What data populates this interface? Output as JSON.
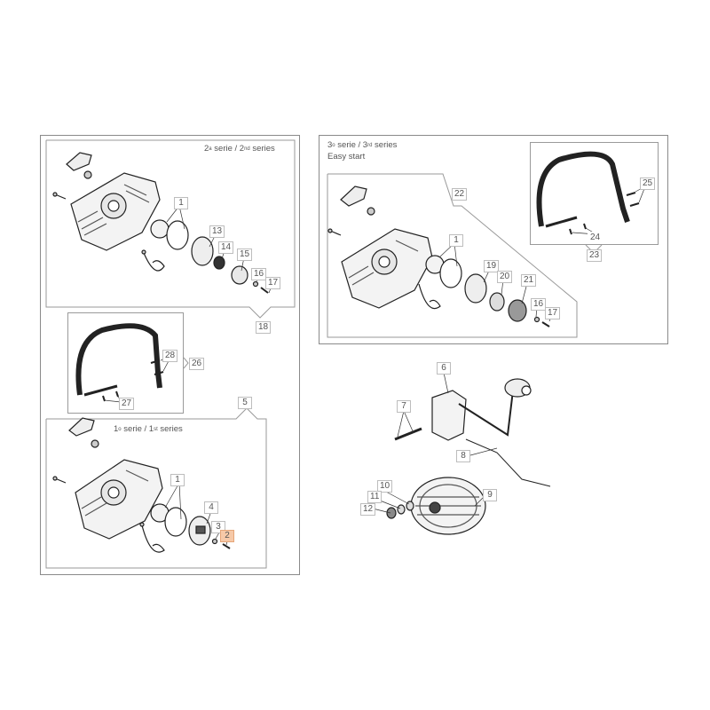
{
  "diagram": {
    "type": "exploded parts diagram",
    "panels": [
      {
        "id": "series2",
        "label_main": "2",
        "label_sup_a": "a",
        "label_mid": " serie / 2",
        "label_sup_b": "nd",
        "label_end": " series",
        "group_number": "18",
        "callouts": [
          "1",
          "13",
          "14",
          "15",
          "16",
          "17"
        ]
      },
      {
        "id": "series3",
        "label_line1_main": "3",
        "label_line1_sup_a": "o",
        "label_line1_mid": " serie / 3",
        "label_line1_sup_b": "rd",
        "label_line1_end": " series",
        "label_line2": "Easy start",
        "group_number": "22",
        "callouts": [
          "1",
          "19",
          "20",
          "21",
          "16",
          "17"
        ]
      },
      {
        "id": "handle-right",
        "group_number": "23",
        "callouts": [
          "24",
          "25"
        ]
      },
      {
        "id": "handle-left",
        "group_number": "26",
        "callouts": [
          "27",
          "28"
        ]
      },
      {
        "id": "series1",
        "label_main": "1",
        "label_sup_a": "o",
        "label_mid": " serie / 1",
        "label_sup_b": "st",
        "label_end": " series",
        "group_number": "5",
        "callouts": [
          "1",
          "4",
          "3",
          "2"
        ],
        "highlighted_callout": "2"
      },
      {
        "id": "ignition",
        "callouts": [
          "6",
          "7",
          "8",
          "9",
          "10",
          "11",
          "12"
        ]
      }
    ],
    "colors": {
      "frame_border": "#8a8a8a",
      "callout_border": "#bdbdbd",
      "highlight_fill": "#f6c9a8",
      "line_art": "#222222"
    }
  }
}
